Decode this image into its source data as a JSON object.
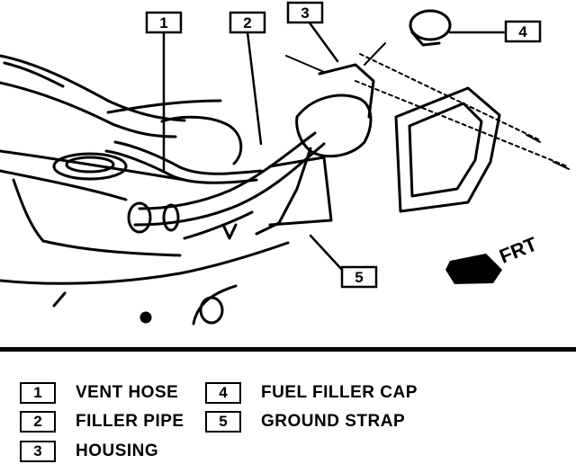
{
  "callouts": [
    {
      "num": "1"
    },
    {
      "num": "2"
    },
    {
      "num": "3"
    },
    {
      "num": "4"
    },
    {
      "num": "5"
    }
  ],
  "direction_label": "FRT",
  "legend": [
    {
      "num": "1",
      "label": "VENT HOSE"
    },
    {
      "num": "2",
      "label": "FILLER PIPE"
    },
    {
      "num": "3",
      "label": "HOUSING"
    },
    {
      "num": "4",
      "label": "FUEL FILLER CAP"
    },
    {
      "num": "5",
      "label": "GROUND STRAP"
    }
  ]
}
